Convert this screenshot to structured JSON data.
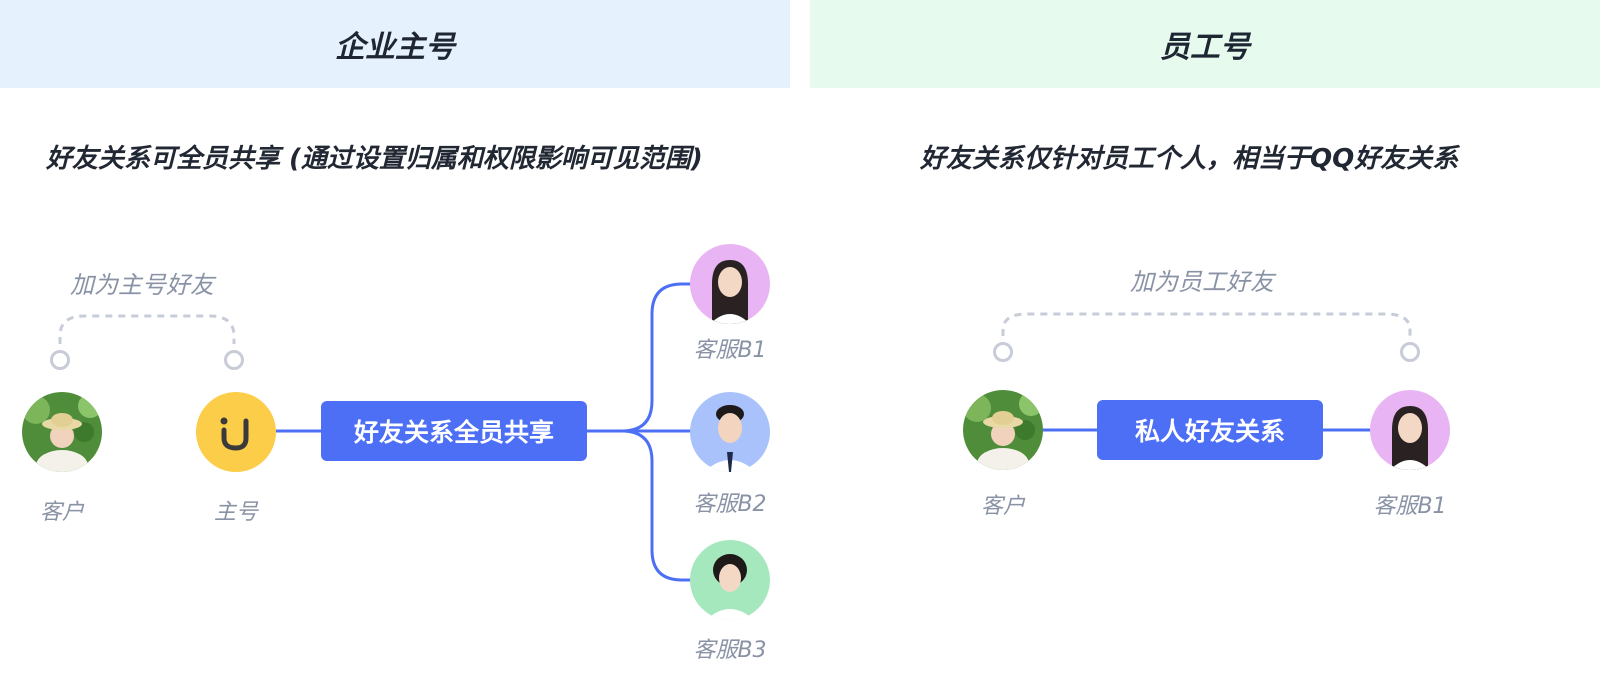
{
  "left_panel": {
    "title": "企业主号",
    "description": "好友关系可全员共享 (通过设置归属和权限影响可见范围)",
    "connector_note": "加为主号好友",
    "customer_label": "客户",
    "main_account_label": "主号",
    "main_account_logo_icon": "u-logo-icon",
    "shared_relation_label": "好友关系全员共享",
    "staff": [
      {
        "label": "客服B1",
        "bg": "#e9b4f3"
      },
      {
        "label": "客服B2",
        "bg": "#a9c2fb"
      },
      {
        "label": "客服B3",
        "bg": "#a6e8bd"
      }
    ]
  },
  "right_panel": {
    "title": "员工号",
    "description": "好友关系仅针对员工个人，相当于QQ好友关系",
    "connector_note": "加为员工好友",
    "customer_label": "客户",
    "private_relation_label": "私人好友关系",
    "staff_label": "客服B1"
  },
  "colors": {
    "left_header_bg": "#e6f1fe",
    "right_header_bg": "#e6fbee",
    "accent": "#4c6ff5",
    "muted_text": "#8a93a6",
    "dashed_line": "#c7ccd8",
    "logo_yellow": "#fccd48"
  }
}
